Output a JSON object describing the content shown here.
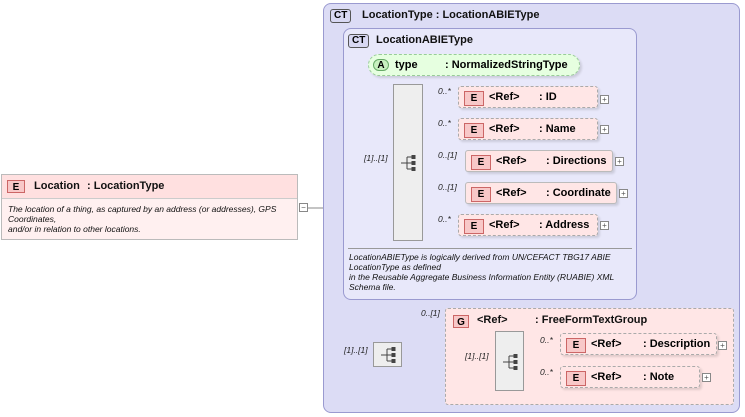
{
  "root": {
    "badge": "E",
    "name": "Location",
    "type": ": LocationType",
    "description_lines": [
      "The location of a thing, as captured by an address (or addresses), GPS",
      "Coordinates,",
      "and/or in relation to other locations."
    ]
  },
  "outer_type": {
    "badge": "CT",
    "title": "LocationType : LocationABIEType"
  },
  "inner_type": {
    "badge": "CT",
    "title": "LocationABIEType",
    "doc_lines": [
      "LocationABIEType is logically derived from UN/CEFACT TBG17 ABIE",
      "LocationType as defined",
      "in the Reusable Aggregate Business Information Entity (RUABIE) XML",
      "Schema file."
    ]
  },
  "attribute": {
    "badge": "A",
    "name": "type",
    "type": ": NormalizedStringType"
  },
  "sequence_multiplicity": "[1]..[1]",
  "elements": [
    {
      "badge": "E",
      "ref": "<Ref>",
      "name": ": ID",
      "mult": "0..*"
    },
    {
      "badge": "E",
      "ref": "<Ref>",
      "name": ": Name",
      "mult": "0..*"
    },
    {
      "badge": "E",
      "ref": "<Ref>",
      "name": ": Directions",
      "mult": "0..[1]"
    },
    {
      "badge": "E",
      "ref": "<Ref>",
      "name": ": Coordinate",
      "mult": "0..[1]"
    },
    {
      "badge": "E",
      "ref": "<Ref>",
      "name": ": Address",
      "mult": "0..*"
    }
  ],
  "outer_sequence_multiplicity": "[1]..[1]",
  "group": {
    "badge": "G",
    "ref": "<Ref>",
    "name": ": FreeFormTextGroup",
    "mult": "0..[1]",
    "sequence_multiplicity": "[1]..[1]",
    "elements": [
      {
        "badge": "E",
        "ref": "<Ref>",
        "name": ": Description",
        "mult": "0..*"
      },
      {
        "badge": "E",
        "ref": "<Ref>",
        "name": ": Note",
        "mult": "0..*"
      }
    ]
  },
  "plus_symbol": "+",
  "minus_symbol": "−"
}
